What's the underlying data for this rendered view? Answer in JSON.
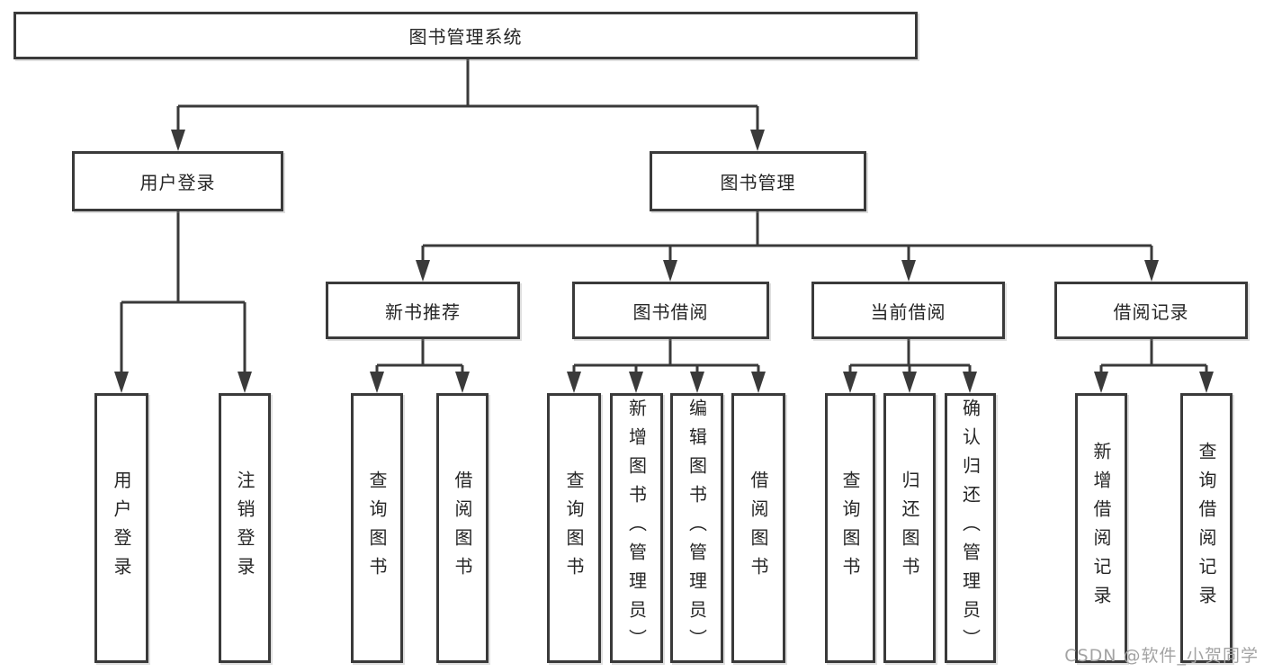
{
  "diagram": {
    "title_node": {
      "label": "图书管理系统"
    },
    "level2": [
      {
        "label": "用户登录"
      },
      {
        "label": "图书管理"
      }
    ],
    "level3": [
      {
        "label": "新书推荐"
      },
      {
        "label": "图书借阅"
      },
      {
        "label": "当前借阅"
      },
      {
        "label": "借阅记录"
      }
    ],
    "leaves": {
      "user_login": [
        "用户登录",
        "注销登录"
      ],
      "new_books": [
        "查询图书",
        "借阅图书"
      ],
      "book_borrow": [
        "查询图书",
        "新增图书（管理员）",
        "编辑图书（管理员）",
        "借阅图书"
      ],
      "current_borrow": [
        "查询图书",
        "归还图书",
        "确认归还（管理员）"
      ],
      "borrow_records": [
        "新增借阅记录",
        "查询借阅记录"
      ]
    },
    "colors": {
      "line": "#3a3a3a",
      "border": "#3a3a3a",
      "text": "#262626",
      "background": "#ffffff",
      "watermark": "#a3a3a3"
    }
  },
  "watermark": {
    "text": "CSDN @软件_小贺同学"
  }
}
